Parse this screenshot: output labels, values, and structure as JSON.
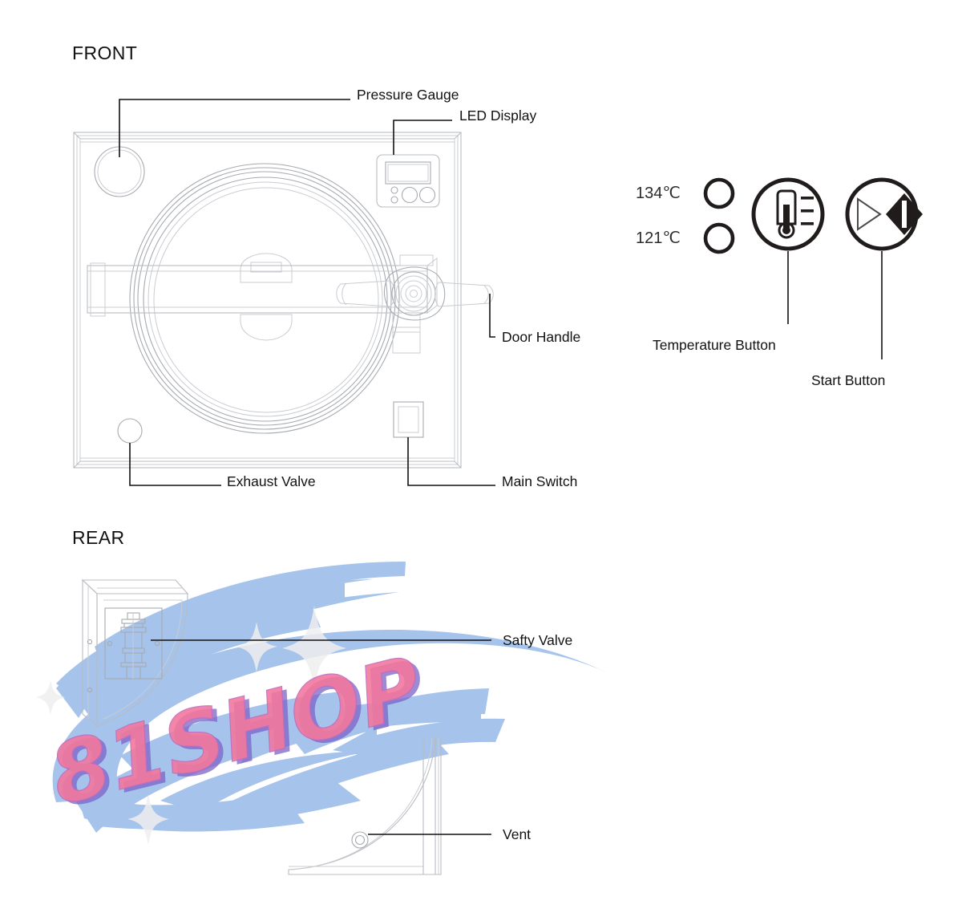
{
  "document": {
    "type": "technical-line-diagram",
    "subject": "Dental autoclave sterilizer",
    "background_color": "#ffffff",
    "line_color": "#b9bcc2",
    "callout_line_color": "#111111",
    "text_color": "#121212"
  },
  "sections": {
    "front": {
      "title": "FRONT"
    },
    "rear": {
      "title": "REAR"
    }
  },
  "callouts": {
    "pressure_gauge": "Pressure Gauge",
    "led_display": "LED Display",
    "door_handle": "Door Handle",
    "exhaust_valve": "Exhaust Valve",
    "main_switch": "Main Switch",
    "safty_valve": "Safty Valve",
    "vent": "Vent",
    "temperature_button": "Temperature Button",
    "start_button": "Start Button"
  },
  "control_panel": {
    "indicators": [
      {
        "label": "134℃",
        "name": "indicator-134c"
      },
      {
        "label": "121℃",
        "name": "indicator-121c"
      }
    ],
    "buttons": [
      {
        "name": "temperature-button",
        "icon": "thermometer-icon",
        "caption": "Temperature Button"
      },
      {
        "name": "start-button",
        "icon": "play-start-icon",
        "caption": "Start Button"
      }
    ],
    "stroke_color": "#211c1c"
  },
  "watermark": {
    "text": "81SHOP",
    "text_fill": "#f2789e",
    "text_shadow": "#7b63c8",
    "swoosh_color": "#6f9fe0",
    "sparkle_color": "#f0f0f0"
  }
}
